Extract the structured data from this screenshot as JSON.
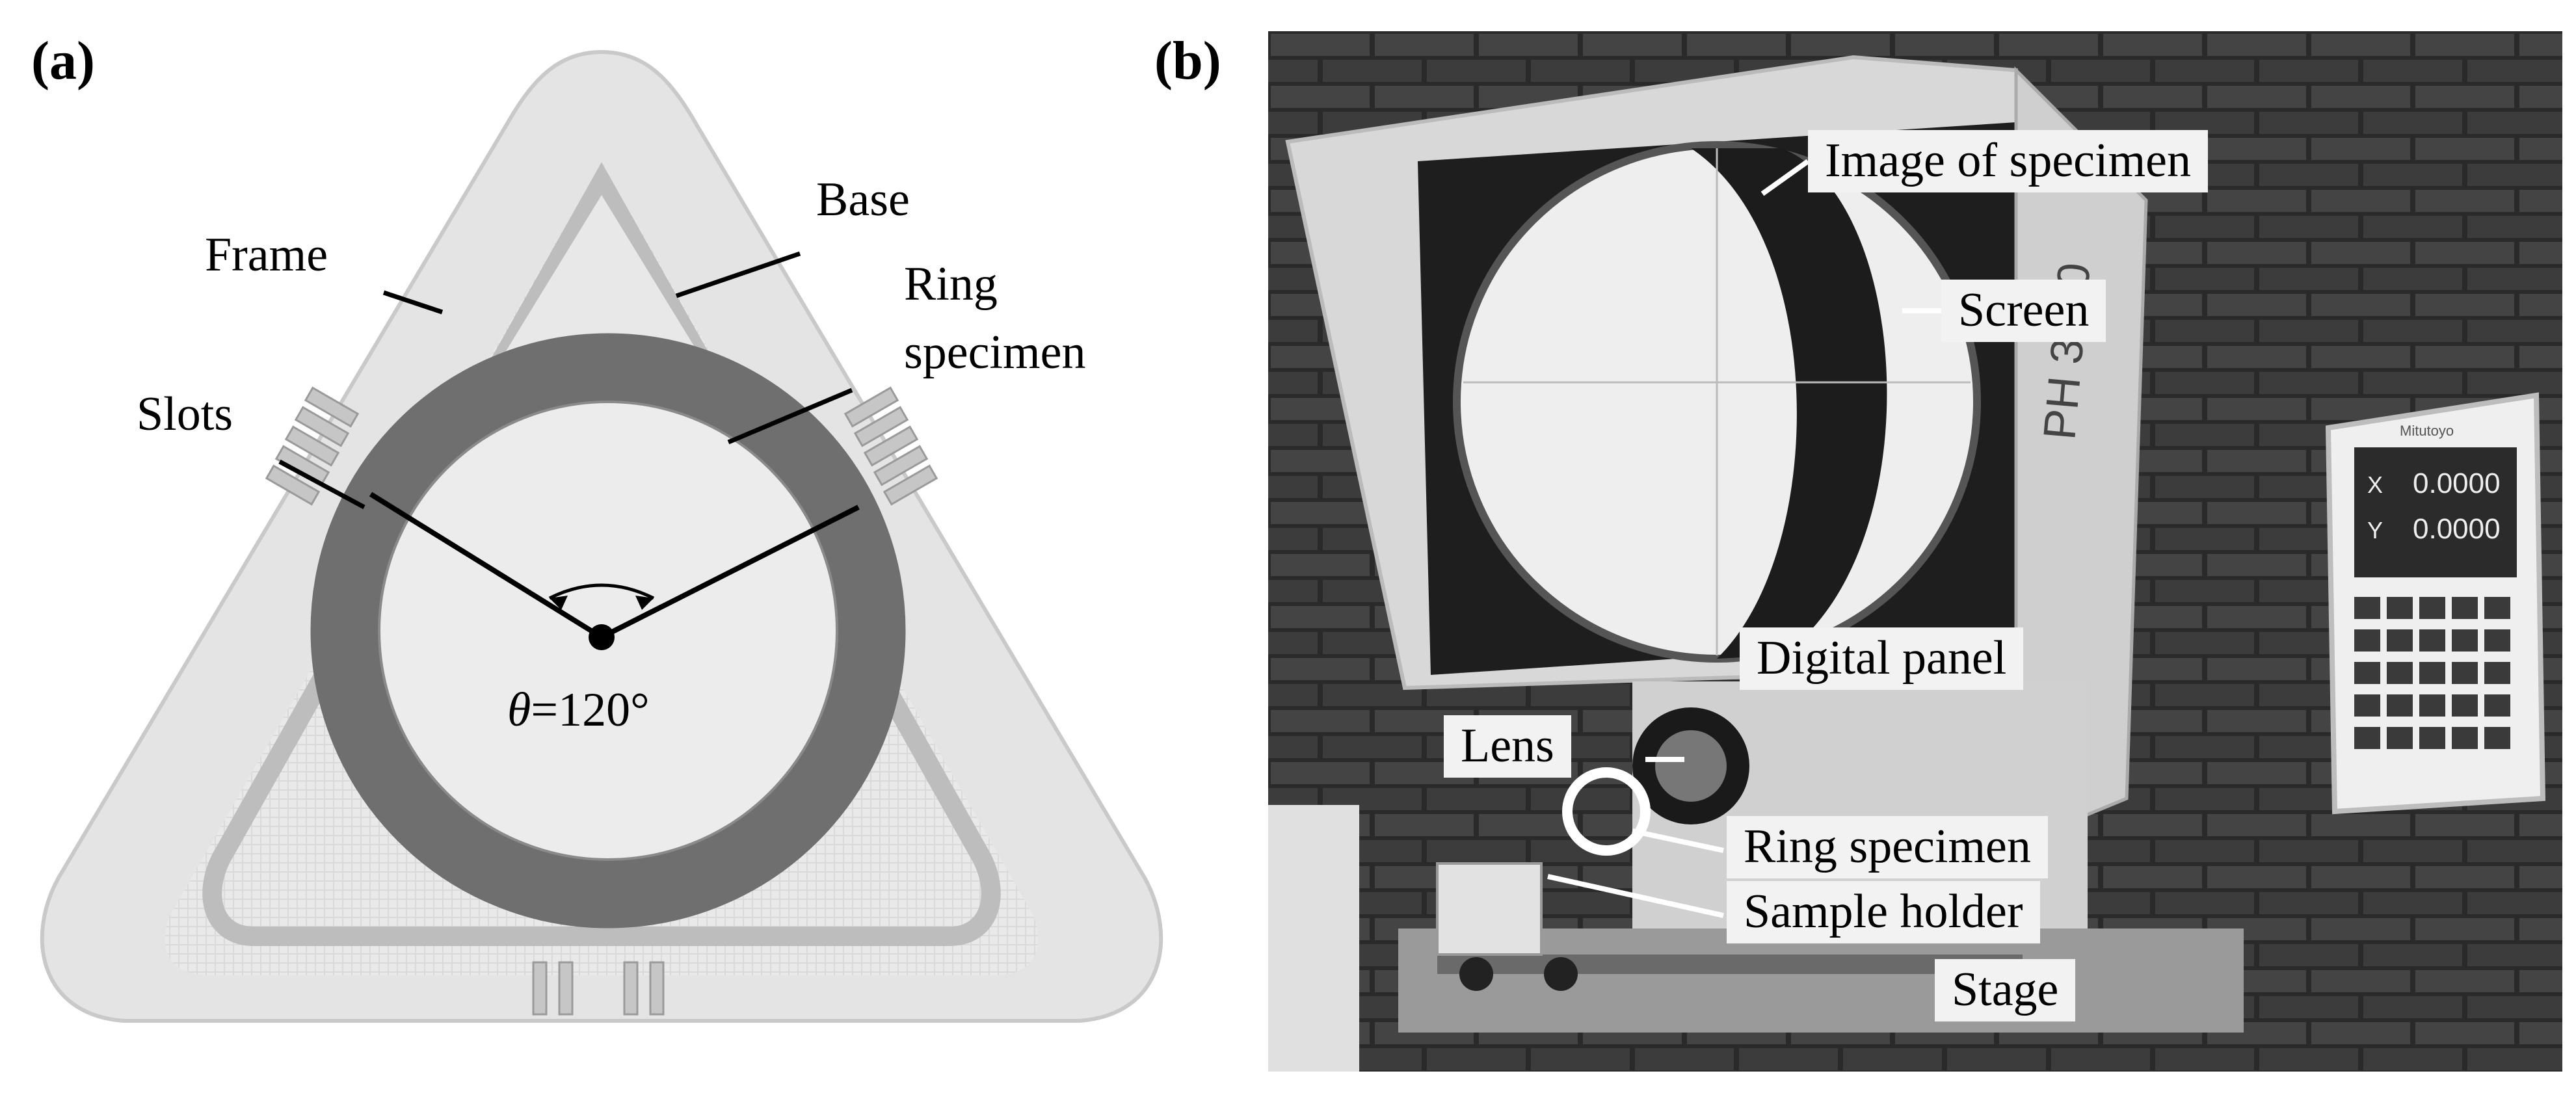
{
  "panel_a": {
    "label": "(a)",
    "labels": {
      "frame": "Frame",
      "base": "Base",
      "ring_line1": "Ring",
      "ring_line2": "specimen",
      "slots": "Slots",
      "theta_symbol": "θ",
      "theta_value": "=120°"
    }
  },
  "panel_b": {
    "label": "(b)",
    "labels": {
      "image_of_specimen": "Image of specimen",
      "screen": "Screen",
      "digital_panel": "Digital panel",
      "lens": "Lens",
      "ring_specimen": "Ring specimen",
      "sample_holder": "Sample holder",
      "stage": "Stage"
    },
    "readout": {
      "x_label": "X",
      "y_label": "Y",
      "x_value": "0.0000",
      "y_value": "0.0000",
      "brand": "Mitutoyo",
      "model": "PH 3500"
    }
  }
}
